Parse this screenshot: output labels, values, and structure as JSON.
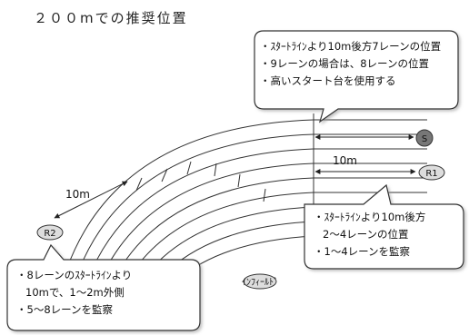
{
  "title": "２００mでの推奨位置",
  "callouts": {
    "top_right": [
      "・ｽﾀｰﾄﾗｲﾝより10m後方7レーンの位置",
      "・9レーンの場合は、8レーンの位置",
      "・高いスタート台を使用する"
    ],
    "right": [
      "・ｽﾀｰﾄﾗｲﾝより10m後方",
      "2～4レーンの位置",
      "・1～4レーンを監察"
    ],
    "bottom_left": [
      "・8レーンのｽﾀｰﾄﾗｲﾝより",
      "10mで、1～2m外側",
      "・5～8レーンを監察"
    ]
  },
  "markers": {
    "starter": "S",
    "recaller_1": "R1",
    "recaller_2": "R2",
    "infield": "ｲﾝﾌｨｰﾙﾄﾞ"
  },
  "dimensions": {
    "right": "10m",
    "left": "10m"
  }
}
